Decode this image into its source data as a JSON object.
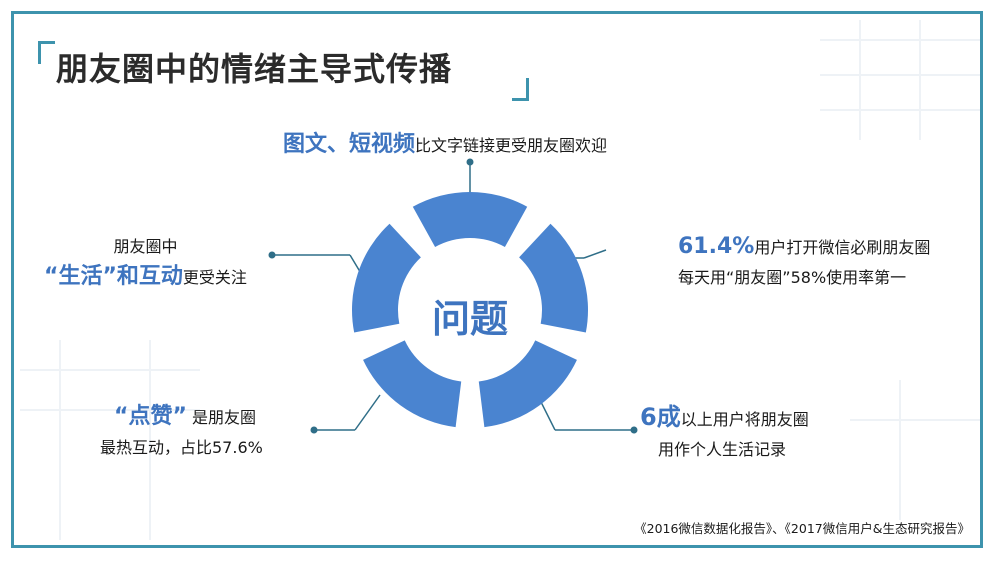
{
  "title": "朋友圈中的情绪主导式传播",
  "center": "问题",
  "callouts": {
    "top": {
      "em": "图文、短视频",
      "text": "比文字链接更受朋友圈欢迎"
    },
    "right_top": {
      "em": "61.4%",
      "text1": "用户打开微信必刷朋友圈",
      "line2": "每天用“朋友圈”58%使用率第一"
    },
    "left_top": {
      "line1": "朋友圈中",
      "em": "“生活”和互动",
      "text": "更受关注"
    },
    "left_bottom": {
      "em": "“点赞”",
      "text": "是朋友圈",
      "line2": "最热互动，占比57.6%"
    },
    "right_bottom": {
      "em": "6成",
      "text": "以上用户将朋友圈",
      "line2": "用作个人生活记录"
    }
  },
  "source": "《2016微信数据化报告》、《2017微信用户&生态研究报告》",
  "colors": {
    "accent": "#3e74bf",
    "frame": "#3d93ad",
    "connector": "#2f6e88",
    "segment": "#4a84d0"
  }
}
